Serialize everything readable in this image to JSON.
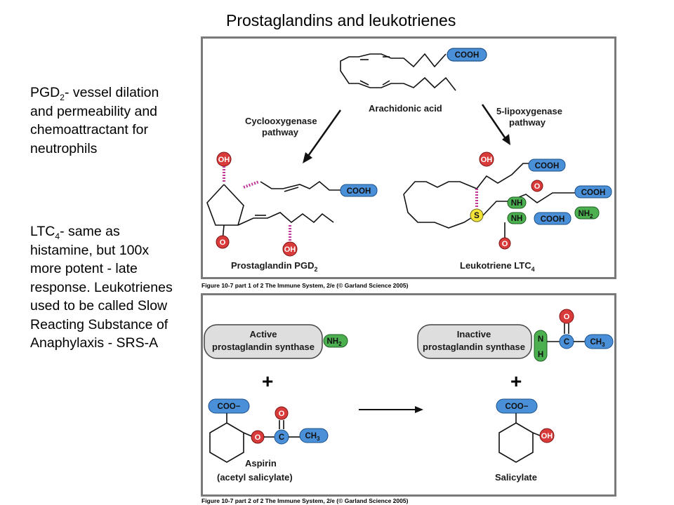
{
  "title": "Prostaglandins and leukotrienes",
  "notes": {
    "pgd2_prefix": "PGD",
    "pgd2_sub": "2",
    "pgd2_text": "- vessel dilation and permeability and chemoattractant for neutrophils",
    "ltc4_prefix": "LTC",
    "ltc4_sub": "4",
    "ltc4_text": "- same as histamine, but 100x more potent - late response. Leukotrienes used to be called Slow Reacting Substance of Anaphylaxis - SRS-A"
  },
  "figure1": {
    "arachidonic_label": "Arachidonic acid",
    "cox_label_1": "Cyclooxygenase",
    "cox_label_2": "pathway",
    "lox_label_1": "5-lipoxygenase",
    "lox_label_2": "pathway",
    "pgd2_label": "Prostaglandin PGD",
    "pgd2_label_sub": "2",
    "ltc4_label": "Leukotriene LTC",
    "ltc4_label_sub": "4",
    "cooh": "COOH",
    "oh": "OH",
    "o": "O",
    "s": "S",
    "nh": "NH",
    "nh2": "NH",
    "nh2_sub": "2",
    "caption": "Figure 10-7 part 1 of 2  The Immune System, 2/e (© Garland Science 2005)"
  },
  "figure2": {
    "active_1": "Active",
    "active_2": "prostaglandin synthase",
    "inactive_1": "Inactive",
    "inactive_2": "prostaglandin synthase",
    "nh2": "NH",
    "nh2_sub": "2",
    "plus": "+",
    "coo_minus": "COO−",
    "o": "O",
    "c": "C",
    "ch3": "CH",
    "ch3_sub": "3",
    "oh": "OH",
    "n": "N",
    "h": "H",
    "aspirin_1": "Aspirin",
    "aspirin_2": "(acetyl salicylate)",
    "salicylate": "Salicylate",
    "caption": "Figure 10-7 part 2 of 2  The Immune System, 2/e (© Garland Science 2005)"
  },
  "colors": {
    "blue_pill": "#4a90d9",
    "red_atom": "#d93a3a",
    "green_pill": "#4caf50",
    "yellow_atom": "#f2e33a",
    "magenta_bond": "#c0399a",
    "panel_border": "#7a7a7a"
  }
}
